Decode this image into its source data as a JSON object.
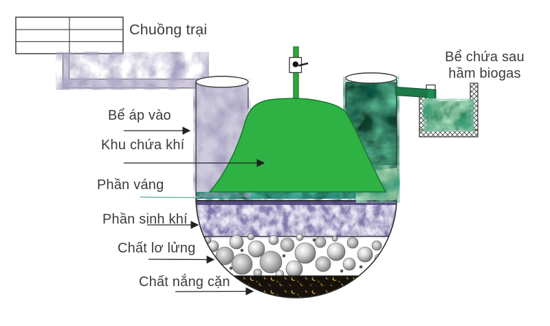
{
  "labels": {
    "barn": "Chuồng trại",
    "inlet_tank": "Bể áp vào",
    "gas_holder": "Khu chứa khí",
    "scum": "Phần váng",
    "gas_generation": "Phần sinh khí",
    "suspended_matter": "Chất lơ lửng",
    "sediment": "Chất nắng cặn",
    "storage_tank_line1": "Bể chứa sau",
    "storage_tank_line2": "hầm biogas"
  },
  "colors": {
    "gas_dome_green": "#2fb244",
    "gas_pipe_green": "#2fa63e",
    "effluent_green": "#1b7a47",
    "basin_inlet_green": "#1f9158",
    "effluent_light_green": "#8cbd94",
    "scum_dark_green": "#0d5c36",
    "slurry_purple": "#7d75ab",
    "inlet_marble": "#cfcadd",
    "outlet_tank_dark": "#0c3a28",
    "basin_liquid_green": "#1d8550",
    "sediment_black": "#16110b",
    "sediment_gold": "#c79a38",
    "label_text": "#3b3b3b",
    "arrow_black": "#222222",
    "scum_pointer_teal": "#52a898"
  }
}
